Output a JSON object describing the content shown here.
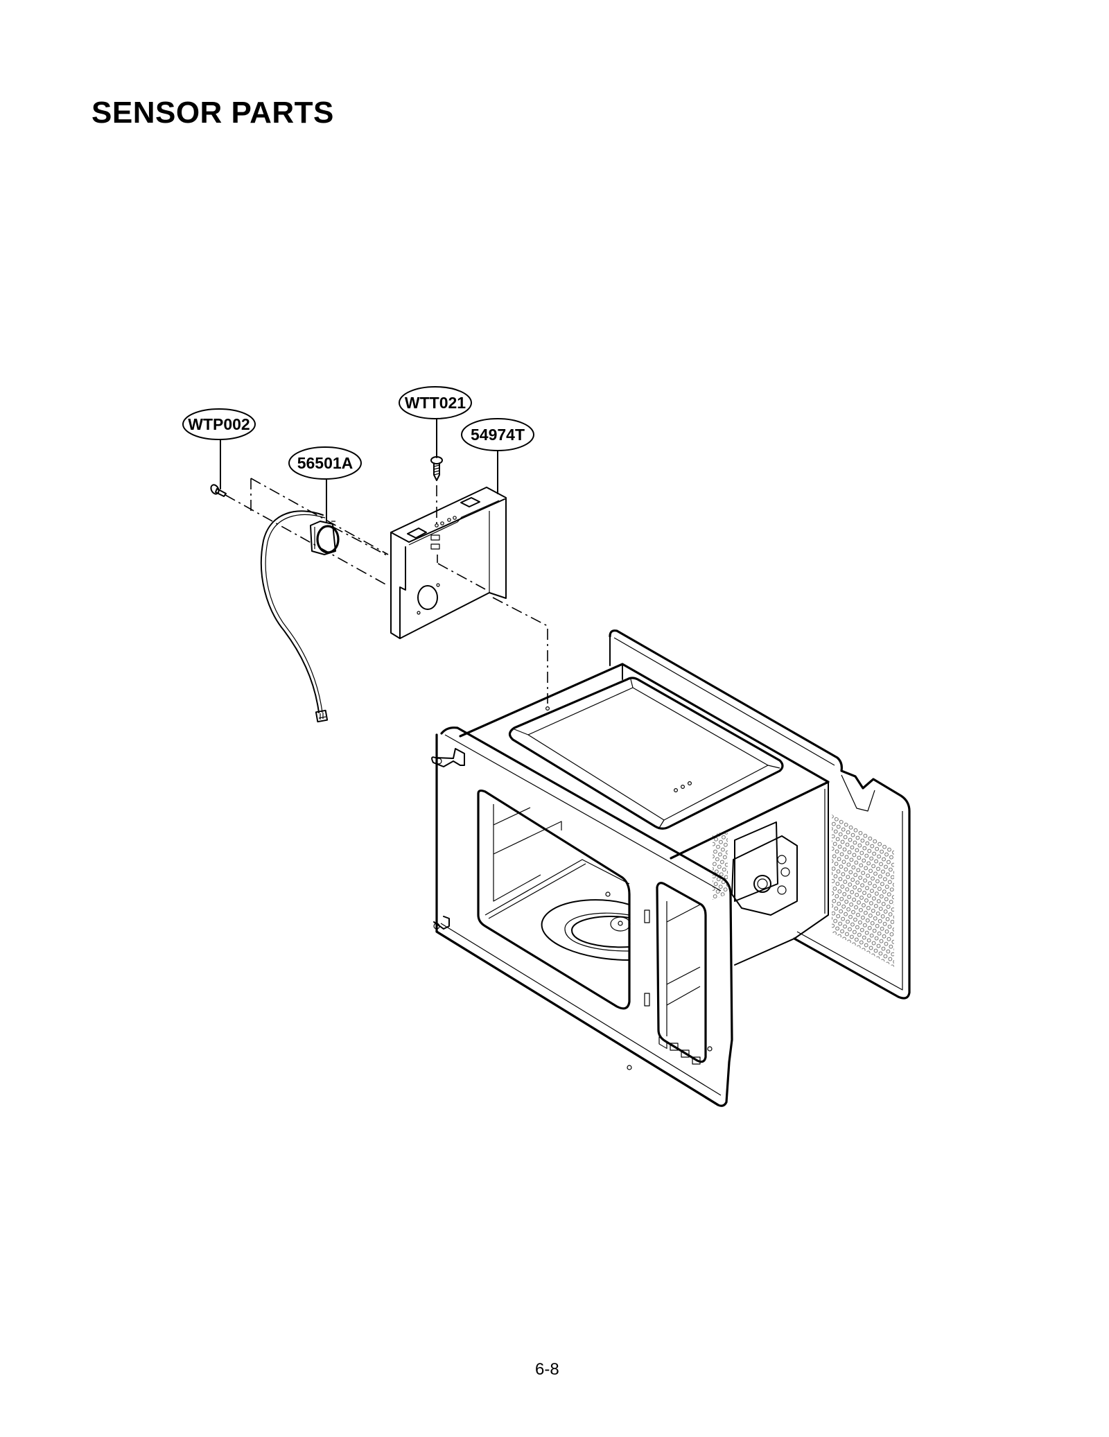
{
  "page": {
    "title": "SENSOR PARTS",
    "page_number": "6-8"
  },
  "diagram": {
    "type": "exploded-parts-view",
    "subject": "microwave oven cavity with humidity sensor assembly",
    "callouts": [
      {
        "id": "WTP002",
        "label": "WTP002",
        "part": "screw (sensor mounting)"
      },
      {
        "id": "56501A",
        "label": "56501A",
        "part": "sensor with lead wire and connector"
      },
      {
        "id": "WTT021",
        "label": "WTT021",
        "part": "screw (bracket mounting)"
      },
      {
        "id": "54974T",
        "label": "54974T",
        "part": "sensor bracket"
      }
    ]
  }
}
